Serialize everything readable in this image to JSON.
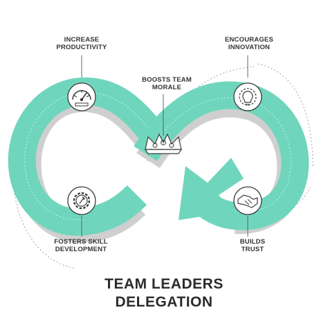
{
  "labels": {
    "increase_productivity": [
      "INCREASE",
      "PRODUCTIVITY"
    ],
    "encourages_innovation": [
      "ENCOURAGES",
      "INNOVATION"
    ],
    "boosts_team_morale": [
      "BOOSTS TEAM",
      "MORALE"
    ],
    "fosters_skill_development": [
      "FOSTERS SKILL",
      "DEVELOPMENT"
    ],
    "builds_trust": [
      "BUILDS",
      "TRUST"
    ]
  },
  "title": [
    "TEAM LEADERS",
    "DELEGATION"
  ],
  "icons": {
    "productivity": "speedometer-icon",
    "innovation": "lightbulb-gear-icon",
    "morale": "team-crown-icon",
    "skill": "gear-icon",
    "trust": "handshake-icon"
  },
  "colors": {
    "band": "#6fd6bd",
    "band_edge": "#cfcfcf",
    "text": "#333333",
    "icon_bg": "#ffffff",
    "icon_stroke": "#3a3a3a"
  }
}
